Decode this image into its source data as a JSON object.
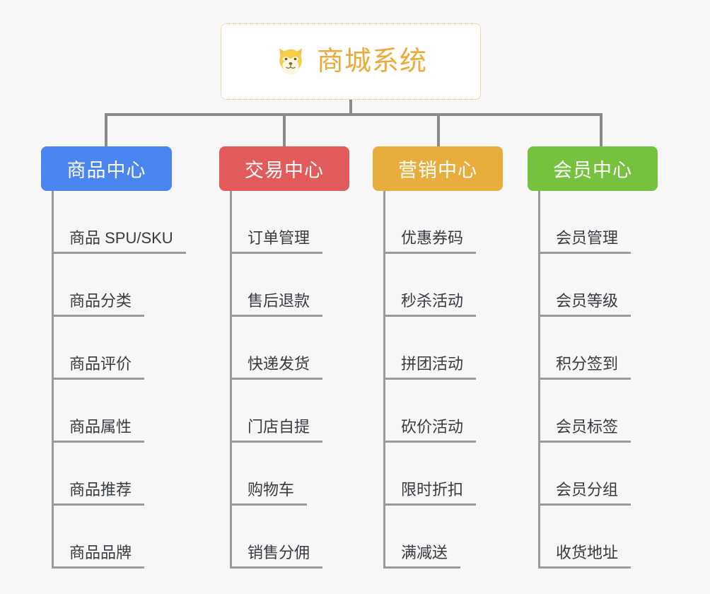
{
  "canvas": {
    "background": "#f7f7f7",
    "connector_color": "#8a8a8a"
  },
  "root": {
    "title": "商城系统",
    "icon": "shiba-dog-face-icon",
    "text_color": "#eda93a",
    "border_color": "#e9b352",
    "background": "#ffffff"
  },
  "categories": [
    {
      "label": "商品中心",
      "color": "#4a86ef",
      "items": [
        "商品 SPU/SKU",
        "商品分类",
        "商品评价",
        "商品属性",
        "商品推荐",
        "商品品牌"
      ]
    },
    {
      "label": "交易中心",
      "color": "#e15b5b",
      "items": [
        "订单管理",
        "售后退款",
        "快递发货",
        "门店自提",
        "购物车",
        "销售分佣"
      ]
    },
    {
      "label": "营销中心",
      "color": "#e8ad3c",
      "items": [
        "优惠券码",
        "秒杀活动",
        "拼团活动",
        "砍价活动",
        "限时折扣",
        "满减送"
      ]
    },
    {
      "label": "会员中心",
      "color": "#76c23f",
      "items": [
        "会员管理",
        "会员等级",
        "积分签到",
        "会员标签",
        "会员分组",
        "收货地址"
      ]
    }
  ]
}
